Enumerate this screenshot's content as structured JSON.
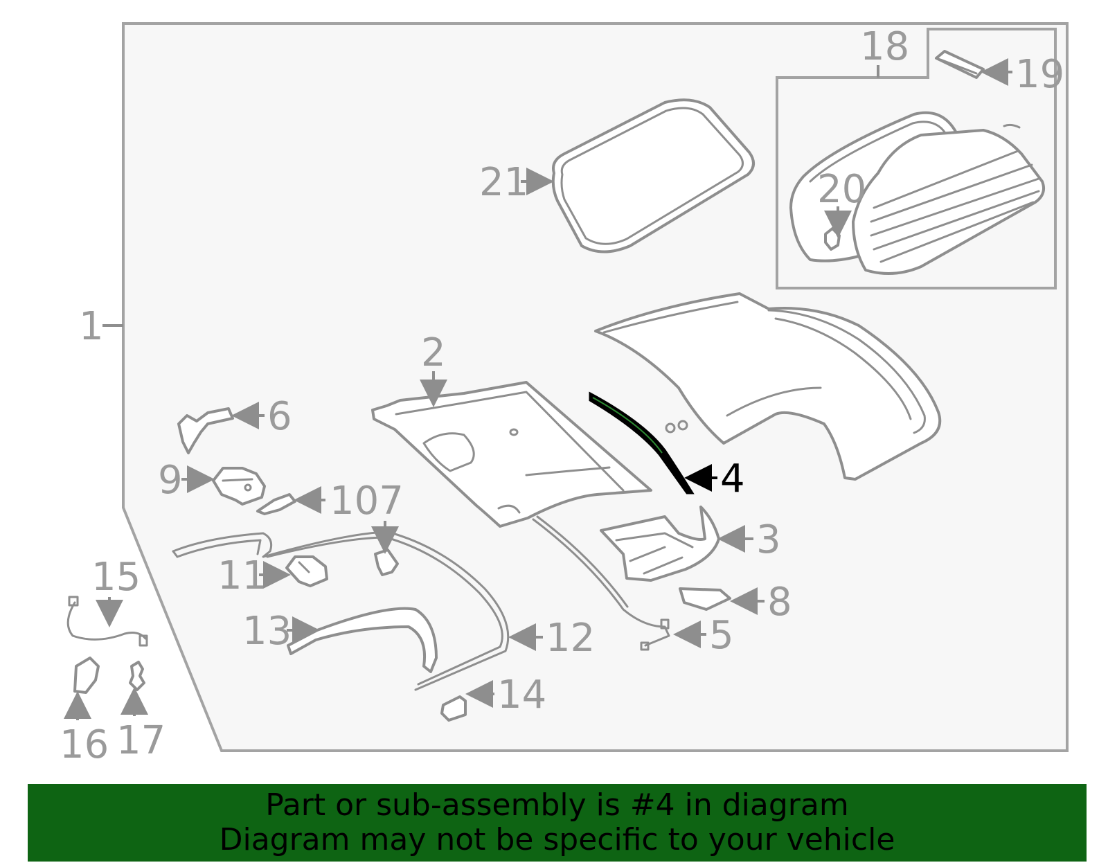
{
  "diagram": {
    "highlighted_part": "4",
    "colors": {
      "frame_fill": "#f7f7f7",
      "line": "#8e8e8e",
      "highlight": "#000000",
      "banner": "#0e6413"
    },
    "labels": {
      "l1": "1",
      "l2": "2",
      "l3": "3",
      "l4": "4",
      "l5": "5",
      "l6": "6",
      "l8": "8",
      "l9": "9",
      "l107": "107",
      "l11": "11",
      "l12": "12",
      "l13": "13",
      "l14": "14",
      "l15": "15",
      "l16": "16",
      "l17": "17",
      "l18": "18",
      "l19": "19",
      "l20": "20",
      "l21": "21"
    }
  },
  "banner": {
    "line1": "Part or sub-assembly is #4 in diagram",
    "line2": "Diagram may not be specific to your vehicle"
  }
}
